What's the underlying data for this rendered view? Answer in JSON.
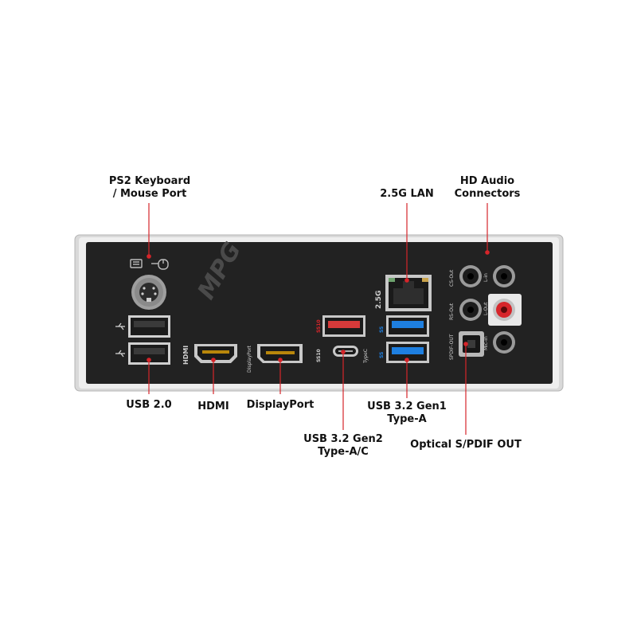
{
  "diagram": {
    "colors": {
      "accent": "#d6252a",
      "panel": "#222222",
      "bracket": "#c8c8c8",
      "usb3_blue": "#1e7fe0",
      "usb_red": "#d63a3a",
      "label_text": "#111111"
    },
    "labels": {
      "ps2": [
        "PS2 Keyboard",
        "/ Mouse Port"
      ],
      "lan": [
        "2.5G LAN"
      ],
      "audio": [
        "HD Audio",
        "Connectors"
      ],
      "usb2": [
        "USB 2.0"
      ],
      "hdmi": [
        "HDMI"
      ],
      "displayport": [
        "DisplayPort"
      ],
      "usb32gen1": [
        "USB 3.2 Gen1",
        "Type-A"
      ],
      "usb32gen2": [
        "USB 3.2 Gen2",
        "Type-A/C"
      ],
      "spdif": [
        "Optical S/PDIF OUT"
      ]
    },
    "panel_text": {
      "brand": "MPG",
      "hdmi_port": "HDMI",
      "dp_port": "DisplayPort",
      "typec": "TypeC",
      "lan_speed": "2.5G",
      "cs_out": "CS-Out",
      "rs_out": "RS-Out",
      "l_in": "L-in",
      "l_out": "L-Out",
      "mic_in": "Mic-in",
      "spdif_out": "SPDIF-OUT",
      "ss10_a": "SS10",
      "ss10_b": "SS10",
      "ss_a": "SS",
      "ss_b": "SS"
    }
  }
}
